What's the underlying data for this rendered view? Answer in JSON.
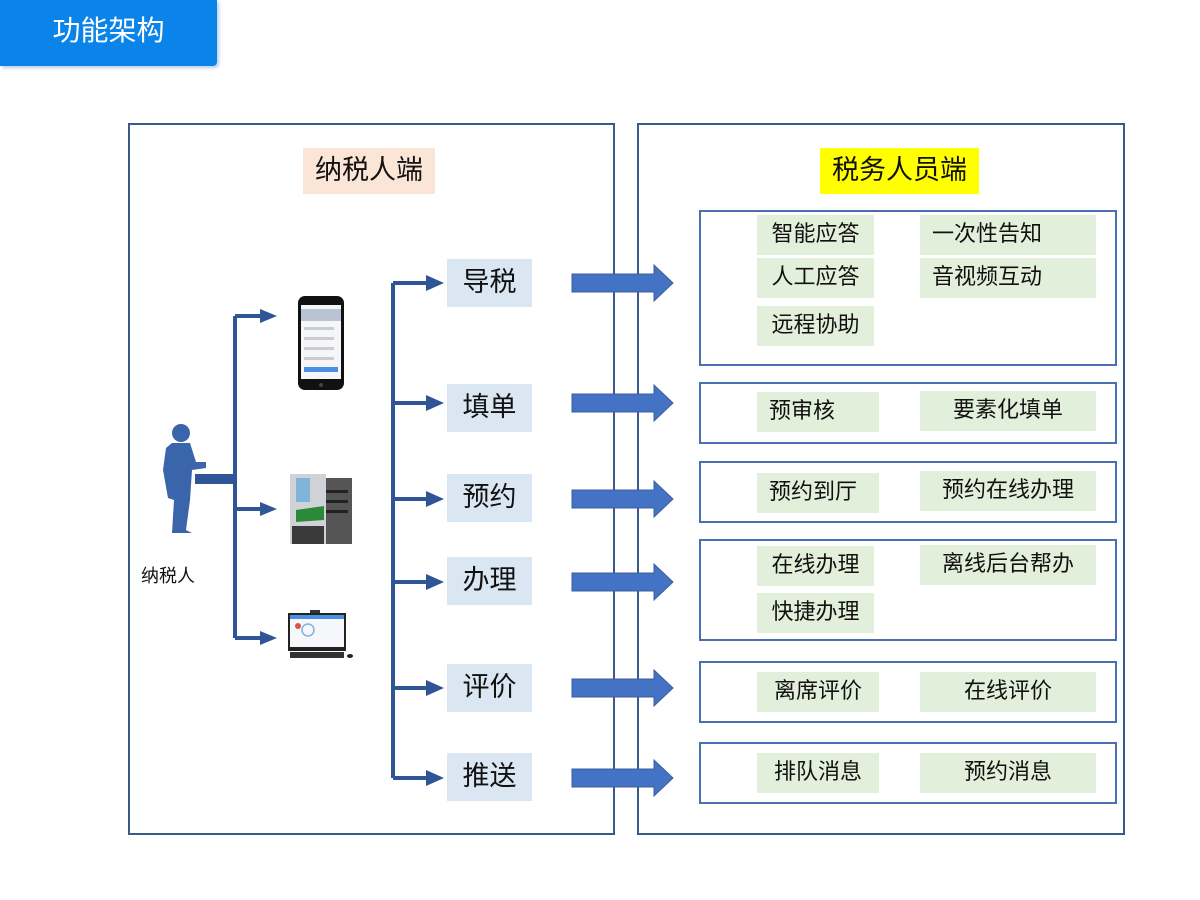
{
  "page_title": "功能架构",
  "left": {
    "title": "纳税人端",
    "person_label": "纳税人",
    "devices": [
      "mobile-phone",
      "self-service-kiosk",
      "desktop-computer"
    ],
    "categories": [
      "导税",
      "填单",
      "预约",
      "办理",
      "评价",
      "推送"
    ]
  },
  "right": {
    "title": "税务人员端",
    "groups": [
      {
        "items": [
          "智能应答",
          "一次性告知",
          "人工应答",
          "音视频互动",
          "远程协助"
        ]
      },
      {
        "items": [
          "预审核",
          "要素化填单"
        ]
      },
      {
        "items": [
          "预约到厅",
          "预约在线办理"
        ]
      },
      {
        "items": [
          "在线办理",
          "离线后台帮办",
          "快捷办理"
        ]
      },
      {
        "items": [
          "离席评价",
          "在线评价"
        ]
      },
      {
        "items": [
          "排队消息",
          "预约消息"
        ]
      }
    ]
  },
  "colors": {
    "title_tab": "#0a84e8",
    "connector": "#2f5597",
    "big_arrow": "#4472c4",
    "left_title_bg": "#fbe5d6",
    "right_title_bg": "#ffff00",
    "category_bg": "#dae6f2",
    "item_bg": "#e2efda"
  }
}
